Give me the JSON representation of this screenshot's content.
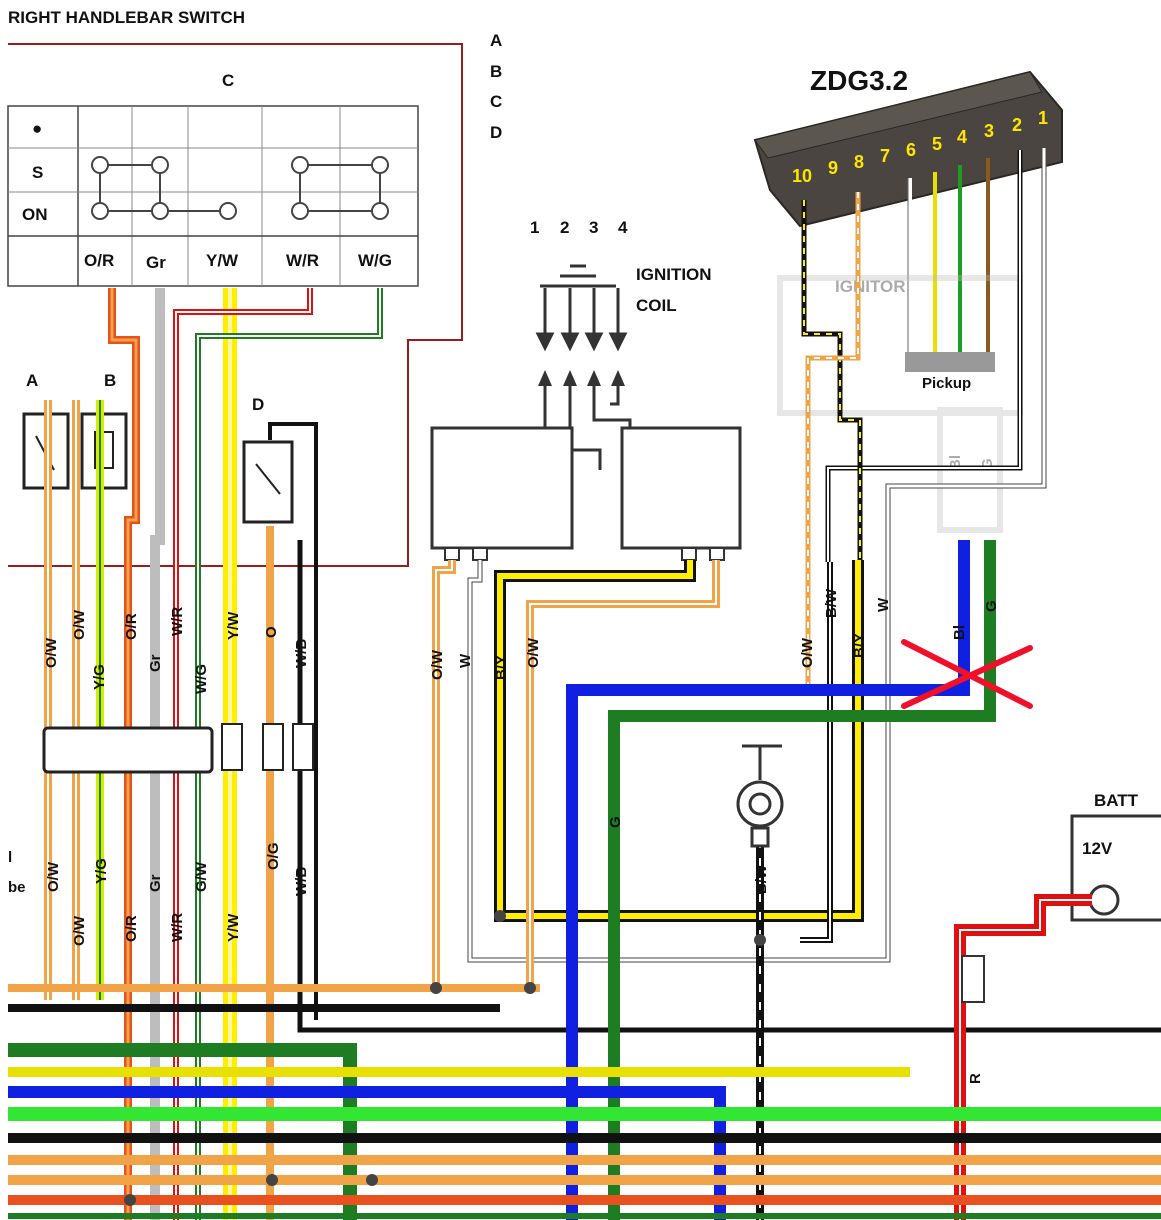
{
  "title": "RIGHT HANDLEBAR SWITCH",
  "connector": {
    "name": "ZDG3.2",
    "pins": [
      "10",
      "9",
      "8",
      "7",
      "6",
      "5",
      "4",
      "3",
      "2",
      "1"
    ],
    "pickup_label": "Pickup",
    "ghost_label": "IGNITOR",
    "ghost_wire_bl": "Bl",
    "ghost_wire_g": "G"
  },
  "switch_panel": {
    "title": "C",
    "rows": [
      "●",
      "S",
      "ON"
    ],
    "columns": [
      "O/R",
      "Gr",
      "Y/W",
      "W/R",
      "W/G"
    ]
  },
  "side_letters": [
    "A",
    "B",
    "C",
    "D"
  ],
  "switch_labels": {
    "a": "A",
    "b": "B",
    "d": "D"
  },
  "ignition_coil": {
    "label_line1": "IGNITION",
    "label_line2": "COIL",
    "cylinders": [
      "1",
      "2",
      "3",
      "4"
    ]
  },
  "battery": {
    "label": "BATT",
    "voltage": "12V"
  },
  "wire_labels": {
    "left_upper": [
      "O/W",
      "O/W",
      "Y/G",
      "O/R",
      "Gr",
      "W/R",
      "W/G",
      "Y/W",
      "O",
      "W/B"
    ],
    "left_lower": [
      "O/W",
      "O/W",
      "Y/G",
      "O/R",
      "Gr",
      "W/R",
      "G/W",
      "Y/W",
      "O/G",
      "W/B"
    ],
    "coil": [
      "O/W",
      "W",
      "B/Y",
      "O/W"
    ],
    "ignitor": [
      "O/W",
      "B/W",
      "B/Y",
      "W",
      "Bl",
      "G"
    ],
    "ground_wire": "B/W",
    "green_wire": "G",
    "battery_wire": "R"
  },
  "edge_fragments": [
    "l",
    "be"
  ],
  "colors": {
    "orange": "#f0a347",
    "orange_red": "#e8501e",
    "yellow": "#ffee00",
    "green": "#1e7d22",
    "light_green": "#33e633",
    "blue": "#1020e0",
    "red": "#e01010",
    "grey": "#bdbdbd",
    "black": "#111111",
    "connector_body": "#4a4540",
    "pin_text": "#ffe600",
    "cross": "#f0102a"
  }
}
